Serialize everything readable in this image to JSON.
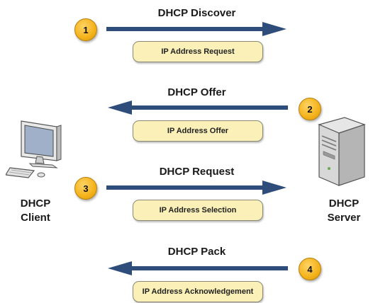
{
  "steps": [
    {
      "number": "1",
      "title": "DHCP Discover",
      "message": "IP Address Request",
      "direction": "right"
    },
    {
      "number": "2",
      "title": "DHCP Offer",
      "message": "IP Address Offer",
      "direction": "left"
    },
    {
      "number": "3",
      "title": "DHCP Request",
      "message": "IP Address Selection",
      "direction": "right"
    },
    {
      "number": "4",
      "title": "DHCP Pack",
      "message": "IP Address Acknowledgement",
      "direction": "left"
    }
  ],
  "client": {
    "line1": "DHCP",
    "line2": "Client",
    "icon": "desktop-computer-icon"
  },
  "server": {
    "line1": "DHCP",
    "line2": "Server",
    "icon": "tower-server-icon"
  },
  "colors": {
    "arrow": "#2f4d7a",
    "badge": "#f3b21a",
    "pill": "#fbf1b8"
  }
}
